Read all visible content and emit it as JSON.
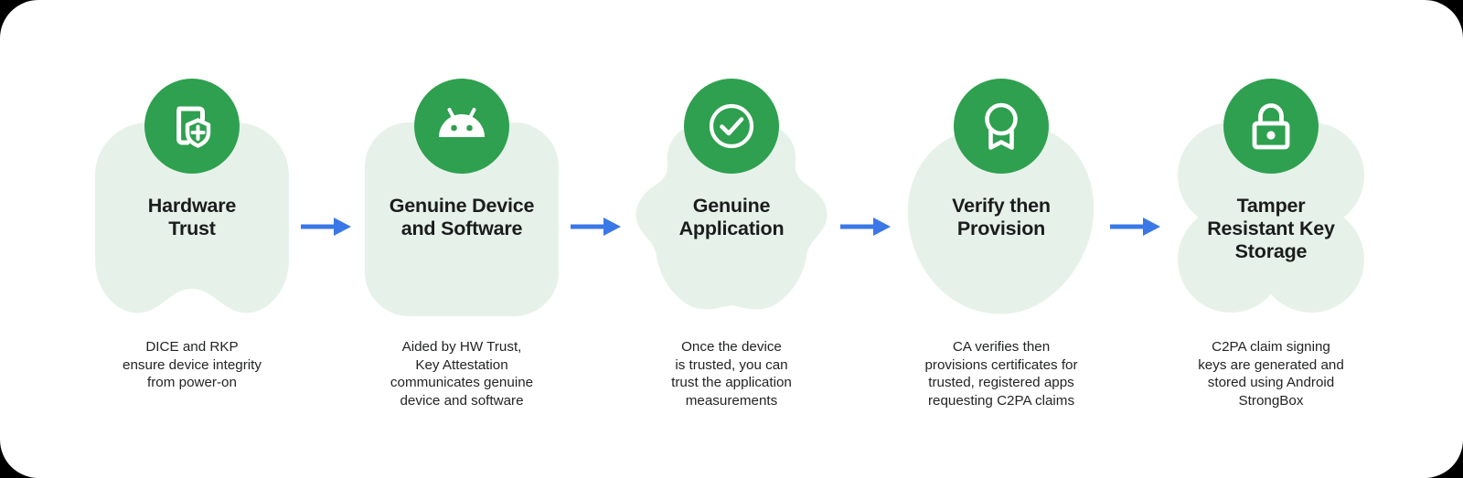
{
  "diagram": {
    "type": "horizontal-process-flow",
    "background_color": "#000000",
    "card_color": "#ffffff",
    "accent_green": "#2ea04f",
    "blob_color": "#e6f2e9",
    "arrow_color": "#3b78e7",
    "title_color": "#1b1c1d",
    "caption_color": "#232425",
    "steps": [
      {
        "icon": "device-shield-icon",
        "title": "Hardware\nTrust",
        "title_lines": [
          "Hardware",
          "Trust"
        ],
        "caption_lines": [
          "DICE and RKP",
          "ensure device integrity",
          "from power-on"
        ],
        "caption": "DICE and RKP ensure device integrity from power-on",
        "blob_shape": "rounded-top-wavy-bottom"
      },
      {
        "icon": "android-robot-icon",
        "title": "Genuine Device\nand Software",
        "title_lines": [
          "Genuine Device",
          "and Software"
        ],
        "caption_lines": [
          "Aided by HW Trust,",
          "Key Attestation",
          "communicates genuine",
          "device and software"
        ],
        "caption": "Aided by HW Trust, Key Attestation communicates genuine device and software",
        "blob_shape": "rounded-square"
      },
      {
        "icon": "check-circle-icon",
        "title": "Genuine\nApplication",
        "title_lines": [
          "Genuine",
          "Application"
        ],
        "caption_lines": [
          "Once the device",
          "is trusted, you can",
          "trust the application",
          "measurements"
        ],
        "caption": "Once the device is trusted, you can trust the application measurements",
        "blob_shape": "wavy-scalloped"
      },
      {
        "icon": "award-ribbon-icon",
        "title": "Verify then\nProvision",
        "title_lines": [
          "Verify then",
          "Provision"
        ],
        "caption_lines": [
          "CA verifies then",
          "provisions certificates for",
          "trusted, registered apps",
          "requesting C2PA claims"
        ],
        "caption": "CA verifies then provisions certificates for trusted, registered apps requesting C2PA claims",
        "blob_shape": "organic-blob"
      },
      {
        "icon": "lock-icon",
        "title": "Tamper\nResistant Key\nStorage",
        "title_lines": [
          "Tamper",
          "Resistant Key",
          "Storage"
        ],
        "caption_lines": [
          "C2PA claim signing",
          "keys are generated and",
          "stored using Android",
          "StrongBox"
        ],
        "caption": "C2PA claim signing keys are generated and stored using Android StrongBox",
        "blob_shape": "cloud-flower"
      }
    ],
    "connectors": [
      {
        "name": "arrow-1",
        "from": "Hardware Trust",
        "to": "Genuine Device and Software"
      },
      {
        "name": "arrow-2",
        "from": "Genuine Device and Software",
        "to": "Genuine Application"
      },
      {
        "name": "arrow-3",
        "from": "Genuine Application",
        "to": "Verify then Provision"
      },
      {
        "name": "arrow-4",
        "from": "Verify then Provision",
        "to": "Tamper Resistant Key Storage"
      }
    ]
  }
}
